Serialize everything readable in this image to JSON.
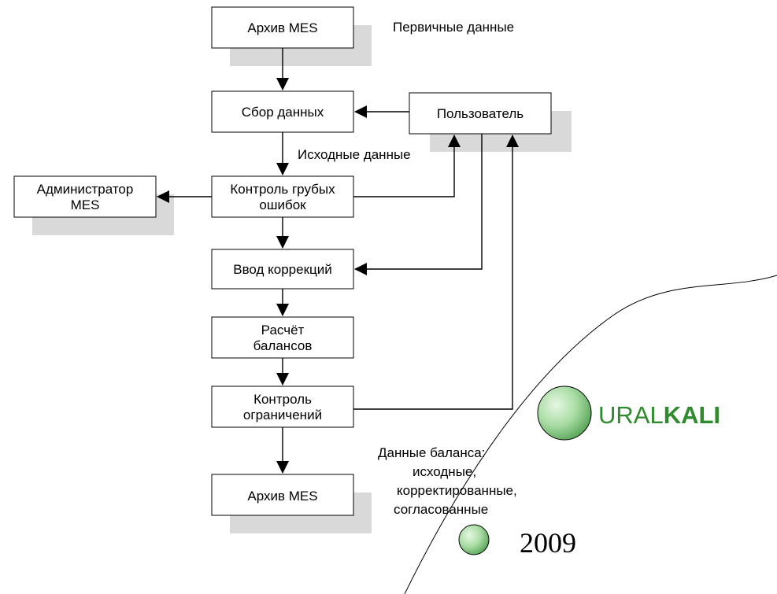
{
  "boxes": {
    "archive_top": "Архив MES",
    "collect": "Сбор данных",
    "user": "Пользователь",
    "admin_line1": "Администратор",
    "admin_line2": "MES",
    "gross_line1": "Контроль грубых",
    "gross_line2": "ошибок",
    "corrections": "Ввод коррекций",
    "calc_line1": "Расчёт",
    "calc_line2": "балансов",
    "constraints_line1": "Контроль",
    "constraints_line2": "ограничений",
    "archive_bottom": "Архив MES"
  },
  "labels": {
    "primary_data": "Первичные данные",
    "source_data": "Исходные данные",
    "balance_line1": "Данные баланса:",
    "balance_line2": "исходные,",
    "balance_line3": "корректированные,",
    "balance_line4": "согласованные"
  },
  "logo": {
    "ural": "URAL",
    "kali": "KALI",
    "year": "2009"
  },
  "colors": {
    "shadow": "#d9d9d9",
    "logo_green": "#2e8b2e",
    "sphere_green": "#9ed89a"
  }
}
